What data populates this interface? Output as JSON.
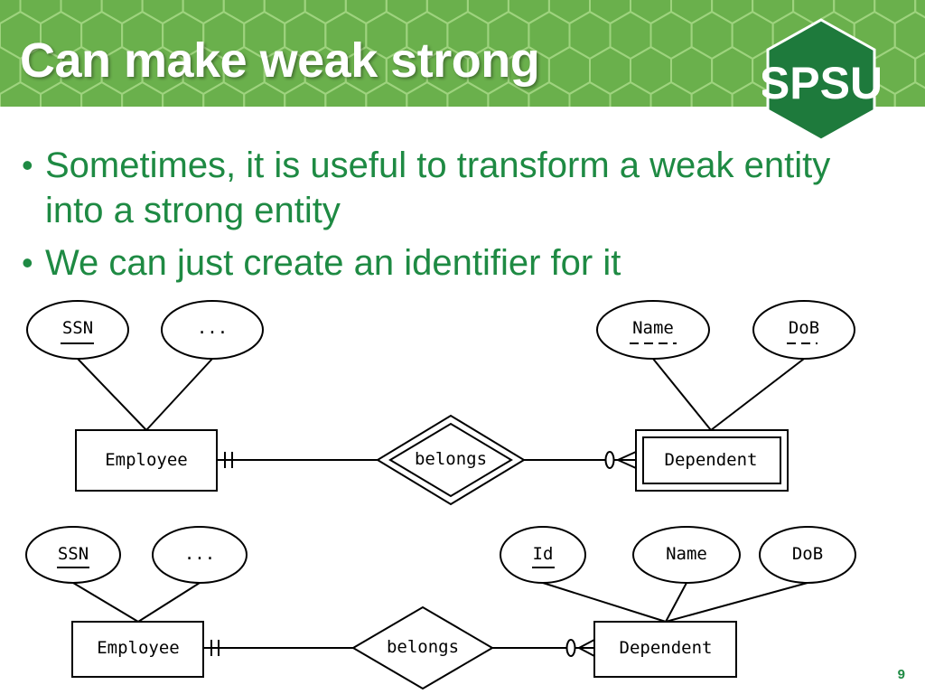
{
  "slide": {
    "title": "Can make weak strong",
    "logo_text": "SPSU",
    "page_number": "9",
    "bullets": [
      "Sometimes, it is useful to transform a weak entity into a strong entity",
      "We can just create an identifier for it"
    ]
  },
  "colors": {
    "header_green": "#6ab04c",
    "hex_line": "#9ed37e",
    "logo_green": "#1e7a3c",
    "text_green": "#1e8a43"
  },
  "diagram_top": {
    "entity_employee": "Employee",
    "attr_ssn": "SSN",
    "attr_more": "...",
    "relationship": "belongs",
    "entity_dependent": "Dependent",
    "attr_name": "Name",
    "attr_dob": "DoB"
  },
  "diagram_bottom": {
    "entity_employee": "Employee",
    "attr_ssn": "SSN",
    "attr_more": "...",
    "relationship": "belongs",
    "entity_dependent": "Dependent",
    "attr_id": "Id",
    "attr_name": "Name",
    "attr_dob": "DoB"
  }
}
